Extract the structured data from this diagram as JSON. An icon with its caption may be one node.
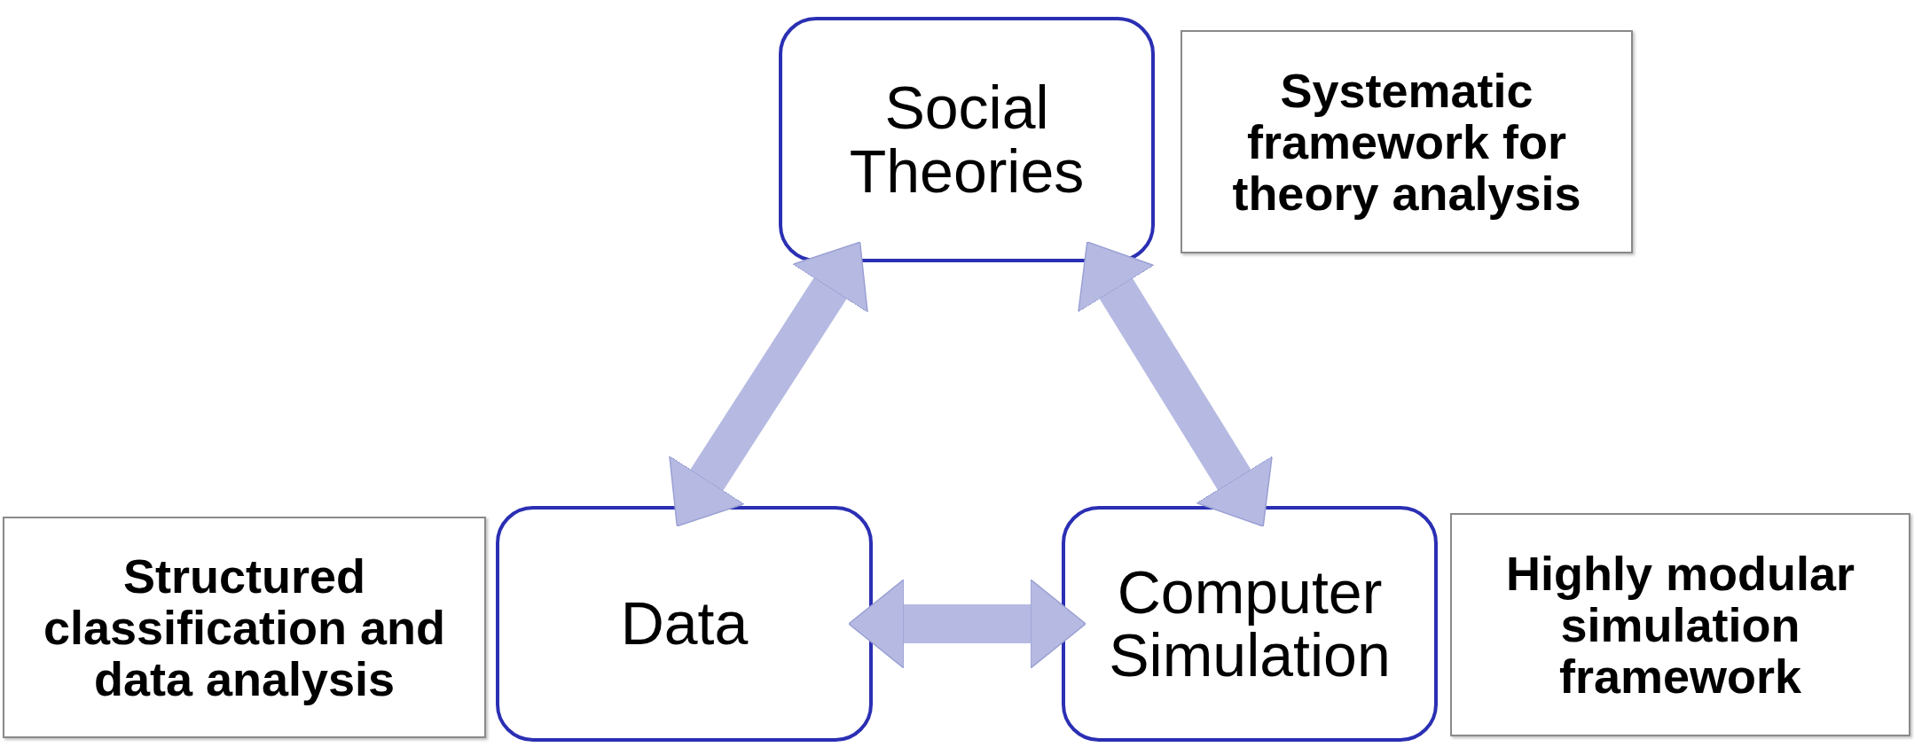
{
  "diagram": {
    "nodes": [
      {
        "text": [
          "Social Theories"
        ]
      },
      {
        "text": [
          "Systematic framework for theory analysis"
        ]
      },
      {
        "text": [
          "Structured classification and data analysis"
        ]
      },
      {
        "text": [
          "Data"
        ]
      },
      {
        "text": [
          "Computer Simulation"
        ]
      },
      {
        "text": [
          "Highly modular simulation framework"
        ]
      }
    ],
    "edges": [
      {
        "from": 0,
        "to": 3,
        "arrow": "both"
      },
      {
        "from": 0,
        "to": 4,
        "arrow": "both"
      },
      {
        "from": 3,
        "to": 4,
        "arrow": "both"
      }
    ]
  }
}
